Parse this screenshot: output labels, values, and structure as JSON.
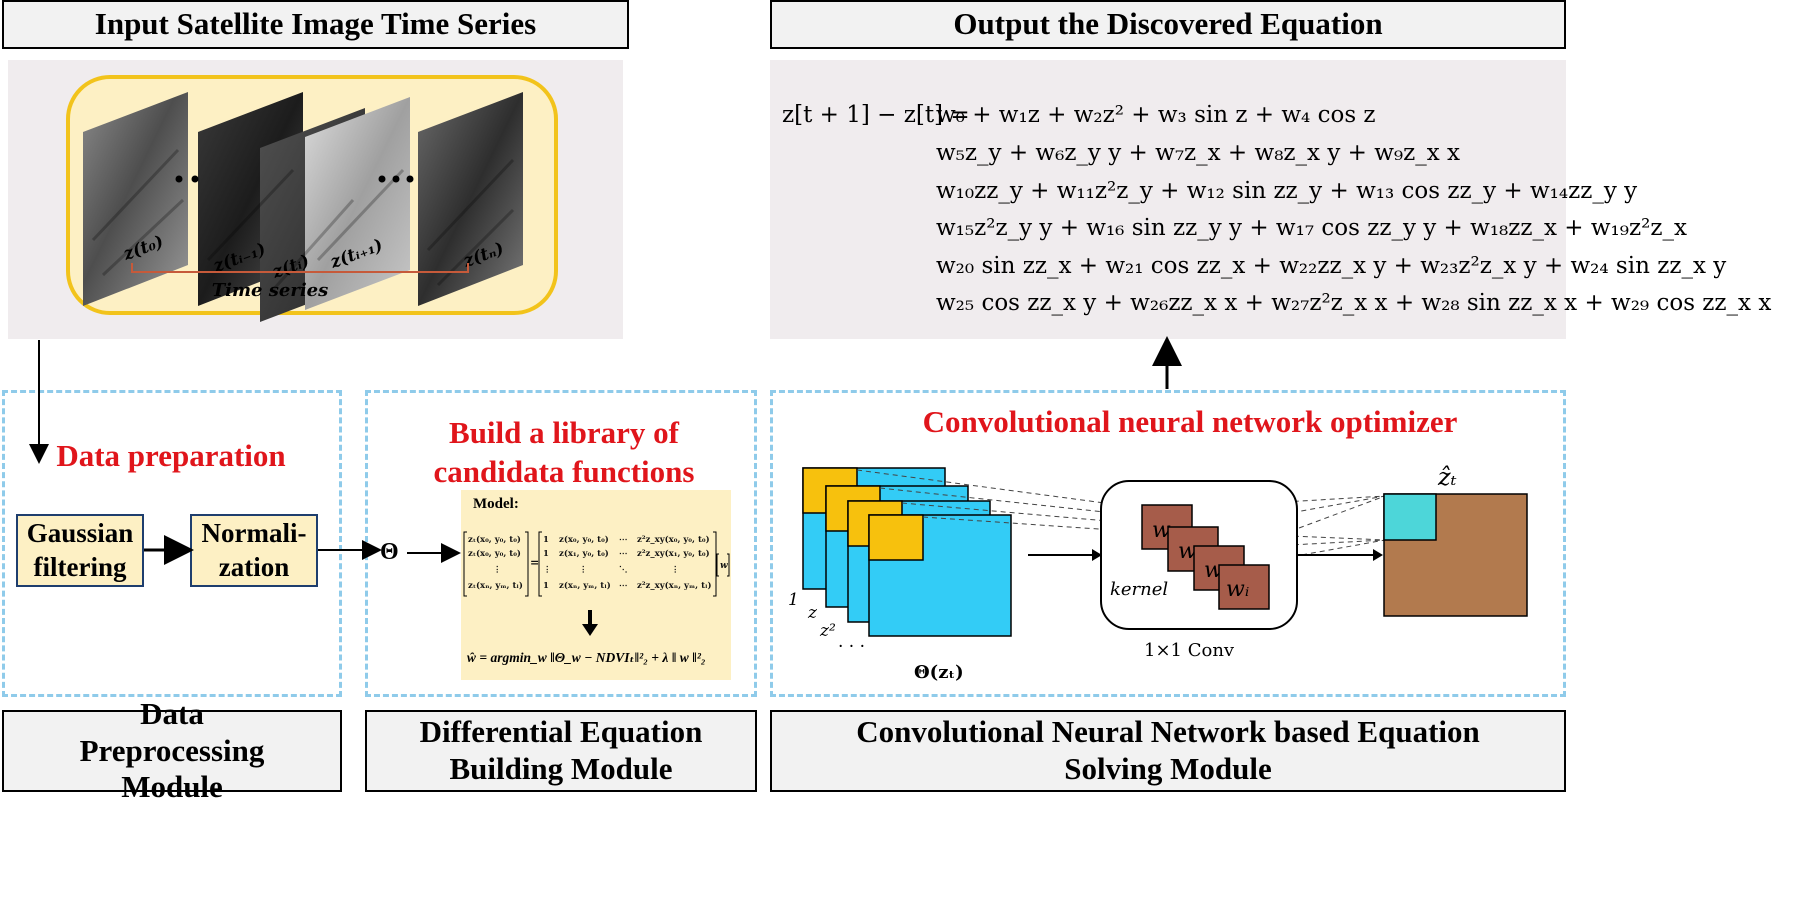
{
  "headers": {
    "input": "Input Satellite Image Time Series",
    "output": "Output the Discovered Equation",
    "preprocess": "Data Preprocessing Module",
    "building": "Differential Equation Building Module",
    "cnn": "Convolutional Neural  Network based Equation Solving Module"
  },
  "satellite": {
    "labels": [
      "z(t₀)",
      "z(tᵢ₋₁)",
      "z(tᵢ)",
      "z(tᵢ₊₁)",
      "z(tₙ)"
    ],
    "time_series": "Time series"
  },
  "equation": {
    "lhs": "z[t + 1] − z[t] =",
    "lines": [
      "w₀ + w₁z + w₂z² + w₃ sin z + w₄ cos z",
      "w₅z_y + w₆z_y y + w₇z_x + w₈z_x y + w₉z_x x",
      "w₁₀zz_y + w₁₁z²z_y + w₁₂ sin zz_y + w₁₃ cos zz_y + w₁₄zz_y y",
      "w₁₅z²z_y y + w₁₆ sin zz_y y + w₁₇ cos zz_y y + w₁₈zz_x + w₁₉z²z_x",
      "w₂₀ sin zz_x + w₂₁ cos zz_x + w₂₂zz_x y + w₂₃z²z_x y + w₂₄ sin zz_x y",
      "w₂₅ cos zz_x y + w₂₆zz_x x + w₂₇z²z_x x + w₂₈ sin zz_x x + w₂₉ cos zz_x x"
    ]
  },
  "preprocess": {
    "title": "Data preparation",
    "gaussian": "Gaussian filtering",
    "normal": "Normali- zation",
    "theta": "Θ"
  },
  "library": {
    "title": "Build a library of candidata functions",
    "model_label": "Model:",
    "lhs_rows": [
      "zₜ(x₀, y₀, t₀)",
      "zₜ(x₀, y₀, t₀)",
      "⋮",
      "zₜ(xₙ, yₘ, tₗ)"
    ],
    "rhs_rows": [
      [
        "1",
        "z(x₀, y₀, t₀)",
        "⋯",
        "z²z_xy(x₀, y₀, t₀)"
      ],
      [
        "1",
        "z(x₁, y₀, t₀)",
        "⋯",
        "z²z_xy(x₁, y₀, t₀)"
      ],
      [
        "⋮",
        "⋮",
        "⋱",
        "⋮"
      ],
      [
        "1",
        "z(xₙ, yₘ, tₗ)",
        "⋯",
        "z²z_xy(xₙ, yₘ, tₗ)"
      ]
    ],
    "w": "w",
    "objective": "ŵ = argmin_w ‖Θ_w − NDVIₜ‖²₂ + λ ‖ w ‖²₂"
  },
  "cnn": {
    "title": "Convolutional neural  network optimizer",
    "feature_labels": [
      "1",
      "z",
      "z²",
      "·  ·  ·"
    ],
    "theta_label": "Θ(zₜ)",
    "kernel_label": "kernel",
    "weight_label": "w",
    "weight_last": "wᵢ",
    "conv_label": "1×1 Conv",
    "output_label": "ẑₜ"
  },
  "colors": {
    "red": "#e0151b",
    "dash_blue": "#8fcbea",
    "cyan": "#33ccf6",
    "gold": "#f7c10d",
    "brown": "#b27a4e",
    "kernel_brown": "#a65c4a",
    "teal": "#4dd6d9",
    "cream": "#fdf0c4",
    "panel": "#f0ecee"
  }
}
